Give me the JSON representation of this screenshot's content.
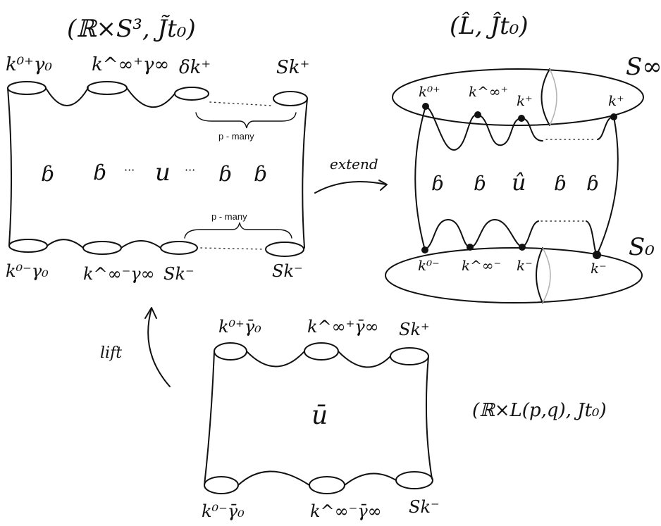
{
  "titles": {
    "top_left": "(ℝ×S³, J̃t₀)",
    "top_right": "(L̂, Ĵt₀)",
    "bottom_right": "(ℝ×L(p,q), Jt₀)"
  },
  "curves": {
    "top_left": "u",
    "top_right": "û",
    "bottom": "ū"
  },
  "arrows": {
    "extend": "extend",
    "lift": "lift"
  },
  "annotations": {
    "p_many_top": "p - many",
    "p_many_bottom": "p - many",
    "s_infinity": "S∞",
    "s_zero": "S₀"
  },
  "top_left_labels": {
    "top": [
      "k⁰⁺γ₀",
      "k^∞⁺γ∞",
      "δk⁺",
      "Sk⁺"
    ],
    "bottom": [
      "k⁰⁻γ₀",
      "k^∞⁻γ∞",
      "Sk⁻",
      "Sk⁻"
    ]
  },
  "top_right_labels": {
    "top": [
      "k⁰⁺",
      "k^∞⁺",
      "k⁺",
      "k⁺"
    ],
    "bottom": [
      "k⁰⁻",
      "k^∞⁻",
      "k⁻",
      "k⁻"
    ]
  },
  "bottom_labels": {
    "top": [
      "k⁰⁺γ̄₀",
      "k^∞⁺γ̄∞",
      "Sk⁺"
    ],
    "bottom": [
      "k⁰⁻γ̄₀",
      "k^∞⁻γ̄∞",
      "Sk⁻"
    ]
  },
  "interior_marks": {
    "left_mark": "ɓ",
    "ellipsis": "···"
  }
}
